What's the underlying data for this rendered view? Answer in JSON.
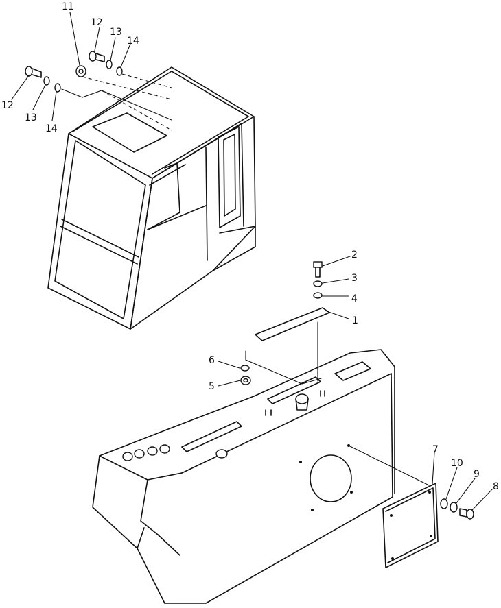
{
  "callouts": {
    "c1": "1",
    "c2": "2",
    "c3": "3",
    "c4": "4",
    "c5": "5",
    "c6": "6",
    "c7": "7",
    "c8": "8",
    "c9": "9",
    "c10": "10",
    "c11": "11",
    "c12a": "12",
    "c13a": "13",
    "c14a": "14",
    "c12b": "12",
    "c13b": "13",
    "c14b": "14"
  }
}
